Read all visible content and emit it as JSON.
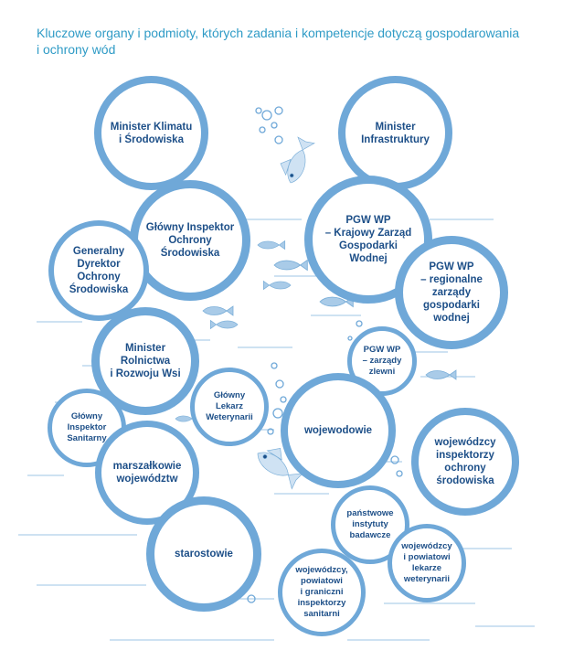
{
  "title": "Kluczowe organy i podmioty, których zadania i kompetencje dotyczą gospodarowania\ni ochrony wód",
  "colors": {
    "title": "#2f9bc6",
    "circle_border": "#6fa8d8",
    "circle_text": "#1d4f88",
    "decoration": "#9cc4e4"
  },
  "nodes": [
    {
      "id": "minister-klimatu",
      "label": "Minister Klimatu\ni Środowiska"
    },
    {
      "id": "minister-infrastruktury",
      "label": "Minister\nInfrastruktury"
    },
    {
      "id": "glowny-inspektor-ochrony-srodowiska",
      "label": "Główny Inspektor\nOchrony\nŚrodowiska"
    },
    {
      "id": "pgw-krajowy-zarzad",
      "label": "PGW WP\n– Krajowy Zarząd\nGospodarki\nWodnej"
    },
    {
      "id": "generalny-dyrektor",
      "label": "Generalny\nDyrektor\nOchrony\nŚrodowiska"
    },
    {
      "id": "pgw-regionalne-zarzady",
      "label": "PGW WP\n– regionalne\nzarządy\ngospodarki\nwodnej"
    },
    {
      "id": "minister-rolnictwa",
      "label": "Minister\nRolnictwa\ni Rozwoju Wsi"
    },
    {
      "id": "pgw-zarzady-zlewni",
      "label": "PGW WP\n– zarządy\nzlewni"
    },
    {
      "id": "glowny-lekarz-weterynarii",
      "label": "Główny\nLekarz\nWeterynarii"
    },
    {
      "id": "glowny-inspektor-sanitarny",
      "label": "Główny\nInspektor\nSanitarny"
    },
    {
      "id": "wojewodowie",
      "label": "wojewodowie"
    },
    {
      "id": "wojewodzcy-inspektorzy",
      "label": "wojewódzcy\ninspektorzy\nochrony\nśrodowiska"
    },
    {
      "id": "marszalkowie",
      "label": "marszałkowie\nwojewództw"
    },
    {
      "id": "panstwowe-instytuty",
      "label": "państwowe\ninstytuty\nbadawcze"
    },
    {
      "id": "starostowie",
      "label": "starostowie"
    },
    {
      "id": "lekarze-weterynarii",
      "label": "wojewódzcy\ni powiatowi\nlekarze\nweterynarii"
    },
    {
      "id": "inspektorzy-sanitarni",
      "label": "wojewódzcy,\npowiatowi\ni graniczni\ninspektorzy\nsanitarni"
    }
  ]
}
